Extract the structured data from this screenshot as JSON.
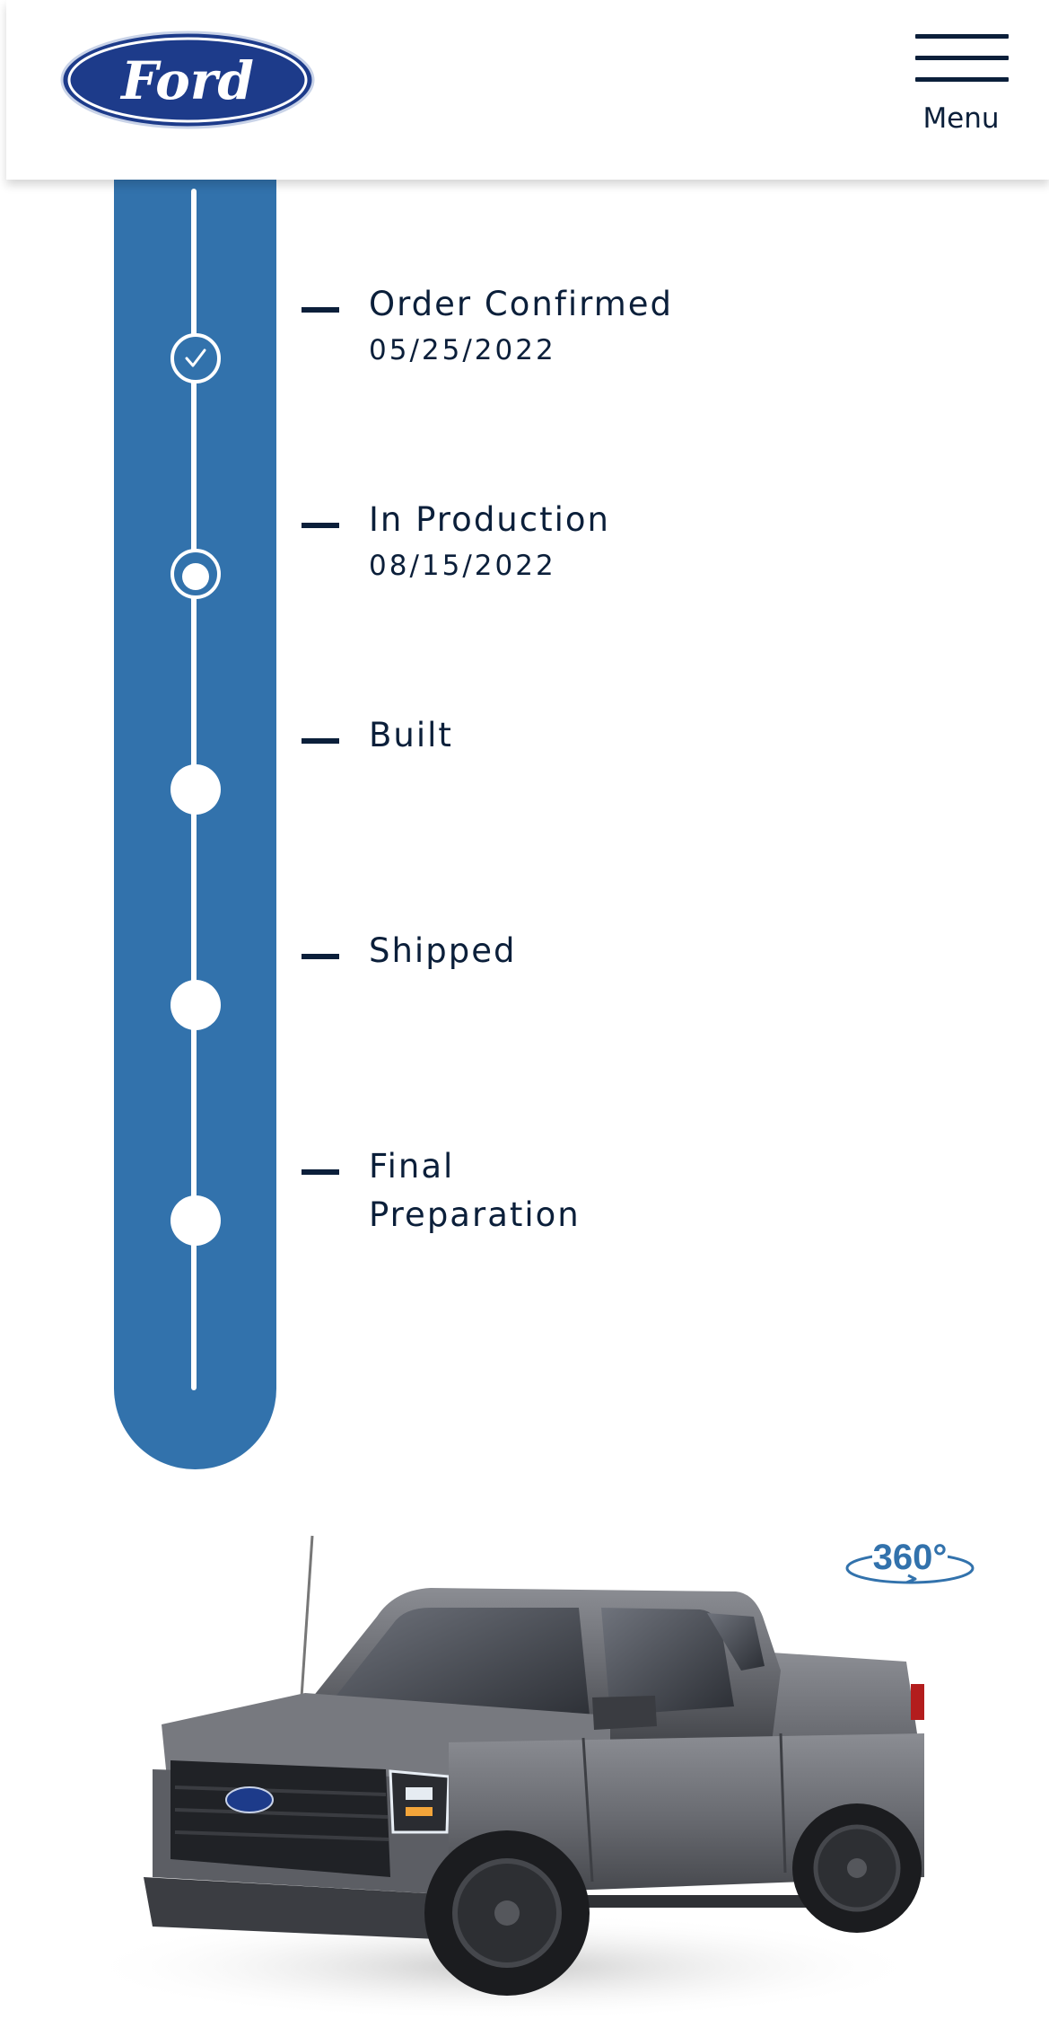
{
  "header": {
    "logo_text": "Ford",
    "menu_label": "Menu"
  },
  "tracker": {
    "steps": [
      {
        "label": "Order Confirmed",
        "date": "05/25/2022",
        "status": "complete"
      },
      {
        "label": "In Production",
        "date": "08/15/2022",
        "status": "current"
      },
      {
        "label": "Built",
        "date": "",
        "status": "pending"
      },
      {
        "label": "Shipped",
        "date": "",
        "status": "pending"
      },
      {
        "label": "Final Preparation",
        "date": "",
        "status": "pending"
      }
    ]
  },
  "vehicle": {
    "view_360_label": "360°"
  },
  "colors": {
    "brand_navy": "#0b1f3a",
    "ford_oval": "#1d3b8a",
    "tracker_blue": "#3272ac"
  }
}
